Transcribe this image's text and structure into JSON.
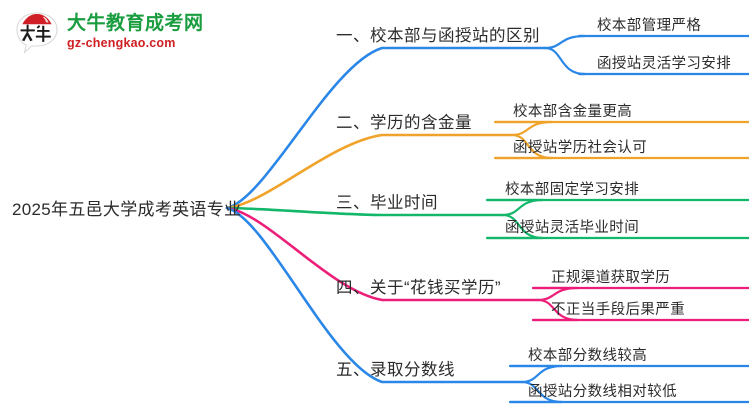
{
  "logo": {
    "mark_text": "大牛",
    "title": "大牛教育成考网",
    "subtitle": "gz-chengkao.com",
    "title_color": "#1a9d3f",
    "subtitle_color": "#cf1f22",
    "mark_arc_color": "#d01f26"
  },
  "mindmap": {
    "root": {
      "label": "2025年五邑大学成考英语专业"
    },
    "branches": [
      {
        "label": "一、校本部与函授站的区别",
        "color": "#2a87e8",
        "leaves": [
          {
            "label": "校本部管理严格"
          },
          {
            "label": "函授站灵活学习安排"
          }
        ]
      },
      {
        "label": "二、学历的含金量",
        "color": "#f0a32a",
        "leaves": [
          {
            "label": "校本部含金量更高"
          },
          {
            "label": "函授站学历社会认可"
          }
        ]
      },
      {
        "label": "三、毕业时间",
        "color": "#12b76a",
        "leaves": [
          {
            "label": "校本部固定学习安排"
          },
          {
            "label": "函授站灵活毕业时间"
          }
        ]
      },
      {
        "label": "四、关于“花钱买学历”",
        "color": "#ec1e79",
        "leaves": [
          {
            "label": "正规渠道获取学历"
          },
          {
            "label": "不正当手段后果严重"
          }
        ]
      },
      {
        "label": "五、录取分数线",
        "color": "#2a87e8",
        "leaves": [
          {
            "label": "校本部分数线较高"
          },
          {
            "label": "函授站分数线相对较低"
          }
        ]
      }
    ]
  }
}
